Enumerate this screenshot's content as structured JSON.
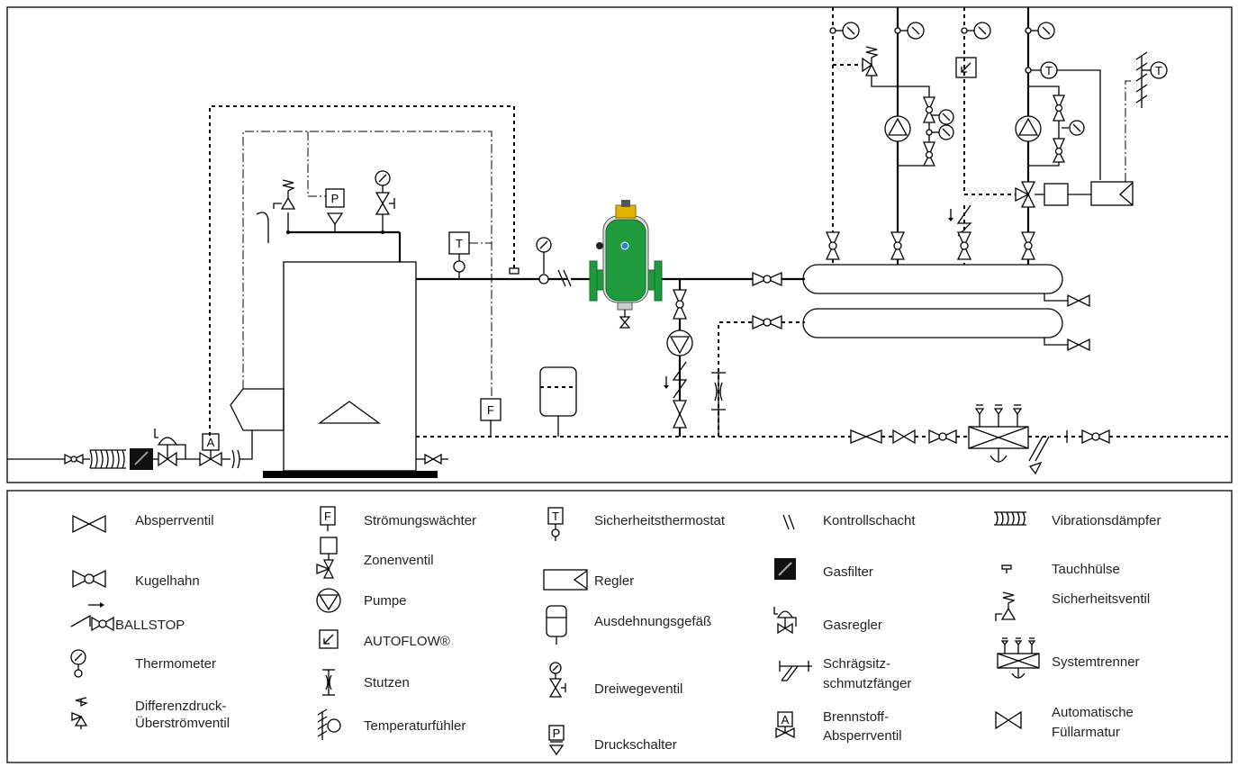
{
  "legend": {
    "col1": [
      {
        "icon": "gate-valve-icon",
        "label": "Absperrventil"
      },
      {
        "icon": "ball-valve-icon",
        "label": "Kugelhahn"
      },
      {
        "icon": "ballstop-icon",
        "label": "BALLSTOP"
      },
      {
        "icon": "thermometer-icon",
        "label": "Thermometer"
      },
      {
        "icon": "differential-pressure-valve-icon",
        "label": "Differenzdruck-",
        "label2": "Überströmventil"
      }
    ],
    "col2": [
      {
        "icon": "flow-switch-icon",
        "label": "Strömungswächter"
      },
      {
        "icon": "zone-valve-icon",
        "label": "Zonenventil"
      },
      {
        "icon": "pump-icon",
        "label": "Pumpe"
      },
      {
        "icon": "autoflow-icon",
        "label": "AUTOFLOW®"
      },
      {
        "icon": "nozzle-icon",
        "label": "Stutzen"
      },
      {
        "icon": "temperature-sensor-icon",
        "label": "Temperaturfühler"
      }
    ],
    "col3": [
      {
        "icon": "safety-thermostat-icon",
        "label": "Sicherheitsthermostat"
      },
      {
        "icon": "controller-icon",
        "label": "Regler"
      },
      {
        "icon": "expansion-tank-icon",
        "label": "Ausdehnungsgefäß"
      },
      {
        "icon": "three-way-valve-icon",
        "label": "Dreiwegeventil"
      },
      {
        "icon": "pressure-switch-icon",
        "label": "Druckschalter"
      }
    ],
    "col4": [
      {
        "icon": "inspection-check-icon",
        "label": "Kontrollschacht"
      },
      {
        "icon": "gas-filter-icon",
        "label": "Gasfilter"
      },
      {
        "icon": "gas-regulator-icon",
        "label": "Gasregler"
      },
      {
        "icon": "y-strainer-icon",
        "label": "Schrägsitz-",
        "label2": "schmutzfänger"
      },
      {
        "icon": "fuel-shutoff-valve-icon",
        "label": "Brennstoff-",
        "label2": "Absperrventil"
      }
    ],
    "col5": [
      {
        "icon": "vibration-damper-icon",
        "label": "Vibrationsdämpfer"
      },
      {
        "icon": "immersion-sleeve-icon",
        "label": "Tauchhülse"
      },
      {
        "icon": "safety-valve-icon",
        "label": "Sicherheitsventil"
      },
      {
        "icon": "system-separator-icon",
        "label": "Systemtrenner"
      },
      {
        "icon": "auto-fill-valve-icon",
        "label": "Automatische",
        "label2": "Füllarmatur"
      }
    ]
  },
  "symbol_letters": {
    "flow_switch": "F",
    "safety_thermostat": "T",
    "pressure_switch": "P",
    "fuel_shutoff": "A",
    "temp_sensor": "T"
  },
  "colors": {
    "separator_body": "#1f9a3c",
    "separator_dark": "#0e6e28",
    "separator_cap": "#e2b400",
    "line": "#000000"
  }
}
